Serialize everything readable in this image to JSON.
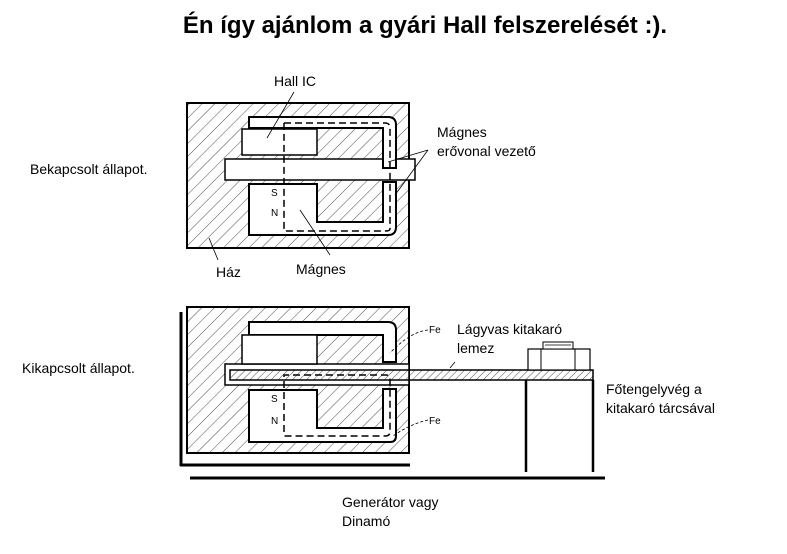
{
  "title": "Én így ajánlom a gyári Hall felszerelését :).",
  "labels": {
    "hall_ic": "Hall IC",
    "magnes_vezeto_line1": "Mágnes",
    "magnes_vezeto_line2": "erővonal vezető",
    "bekapcsolt": "Bekapcsolt állapot.",
    "haz": "Ház",
    "magnes": "Mágnes",
    "kikapcsolt": "Kikapcsolt állapot.",
    "lagyvas_line1": "Lágyvas kitakaró",
    "lagyvas_line2": "lemez",
    "fotengely_line1": "Főtengelyvég a",
    "fotengely_line2": "kitakaró tárcsával",
    "generator_line1": "Generátor vagy",
    "generator_line2": "Dinamó",
    "pole_s": "S",
    "pole_n": "N",
    "fe": "Fe"
  }
}
